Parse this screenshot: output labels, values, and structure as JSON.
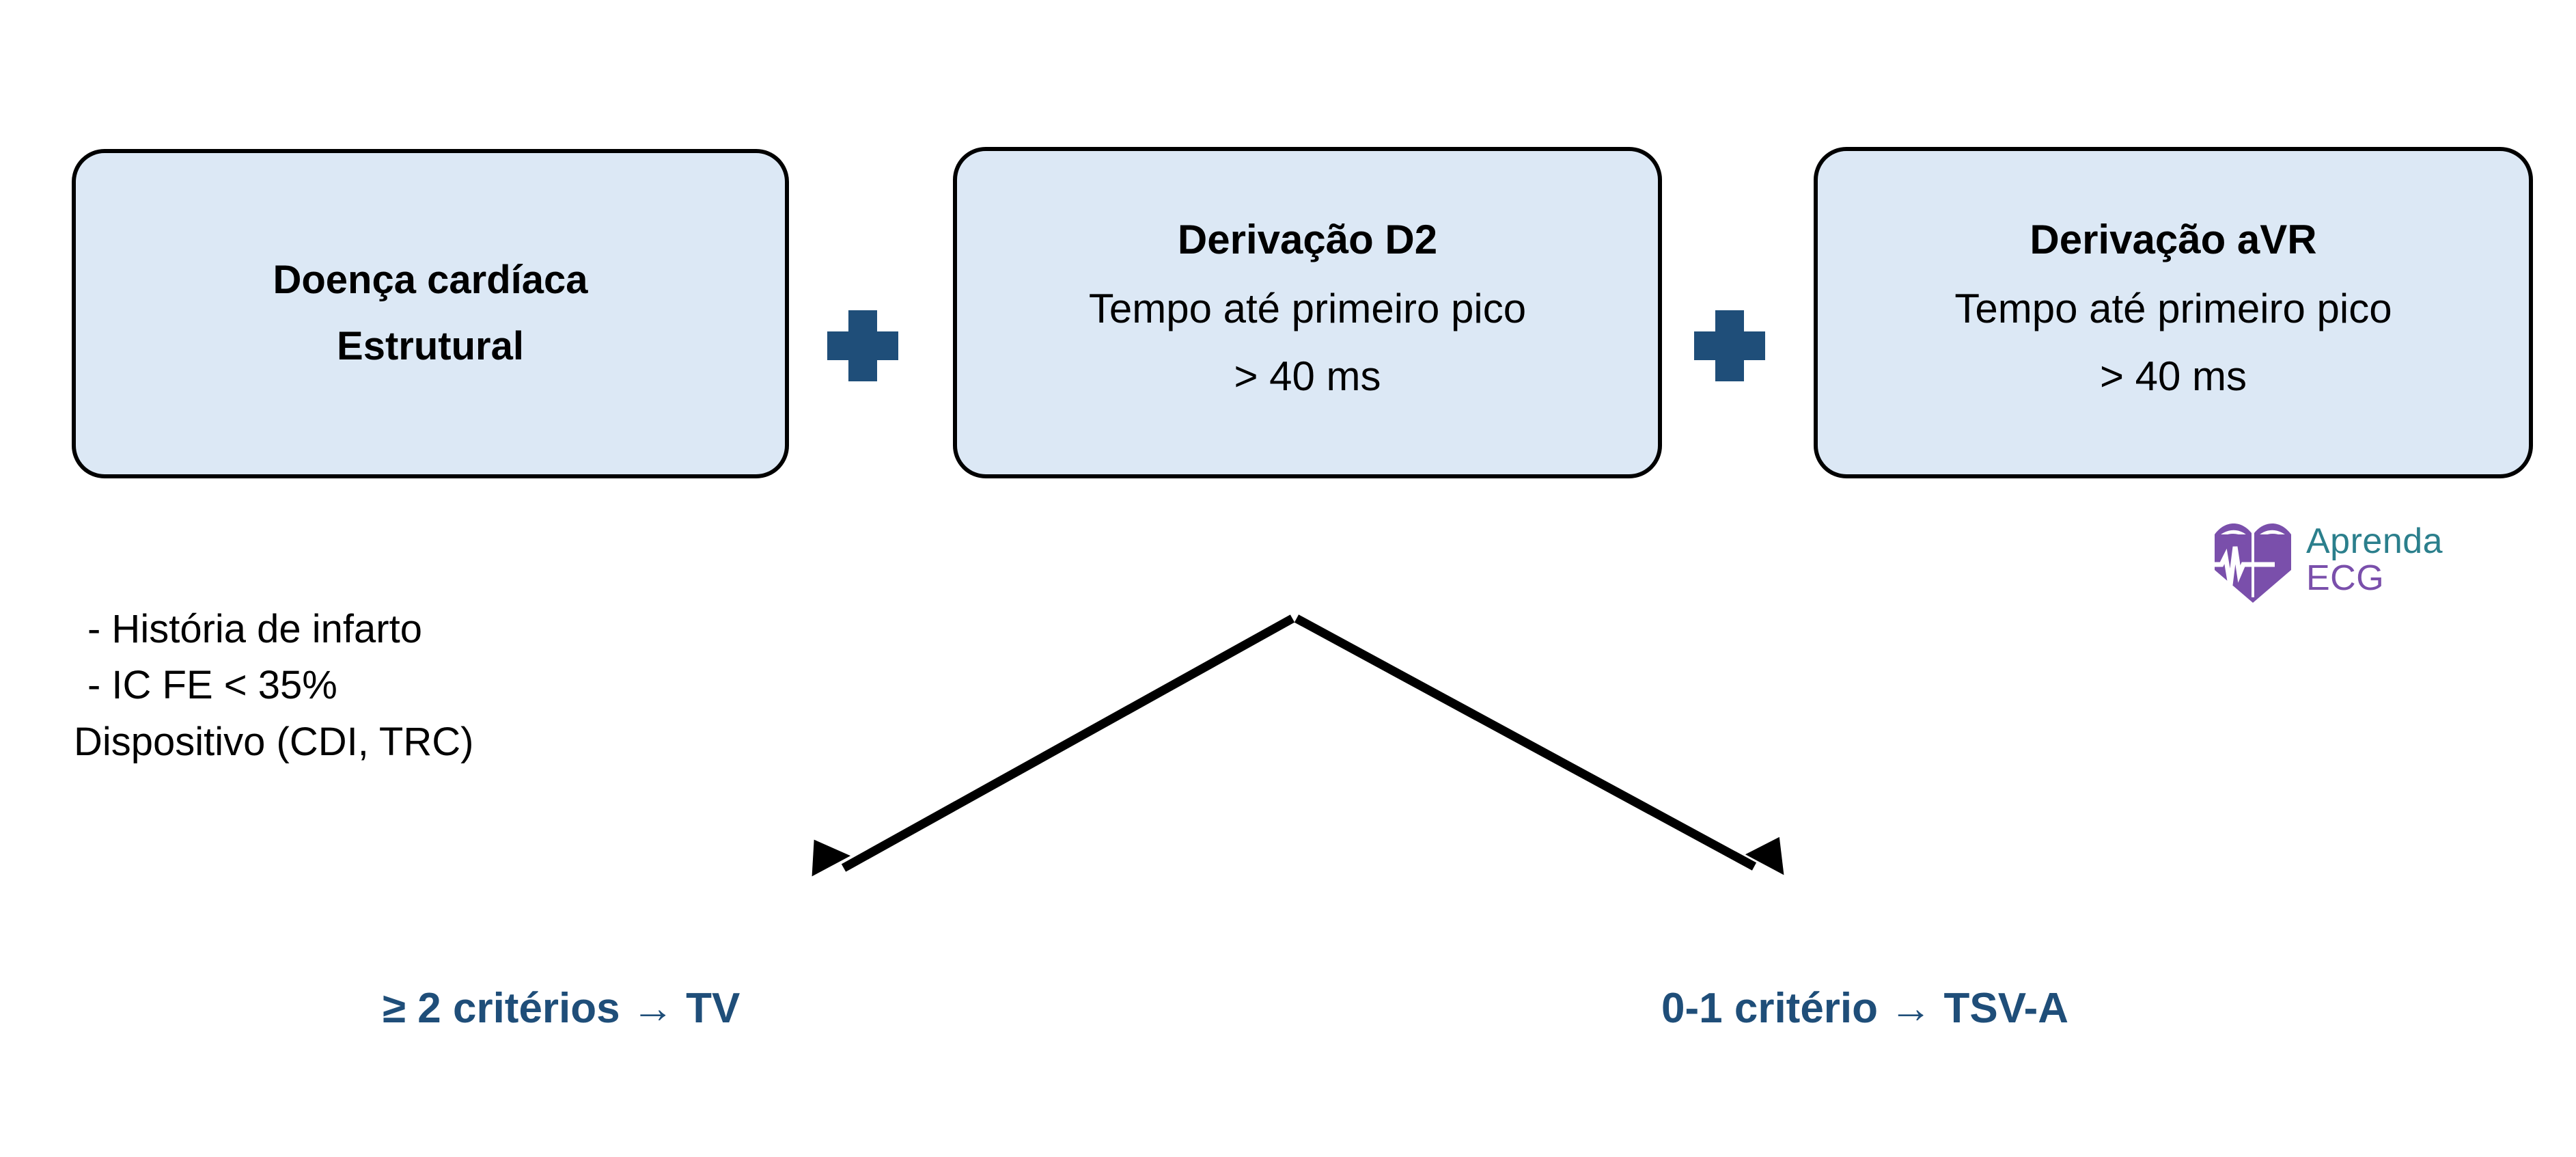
{
  "diagram": {
    "title_internal": "Criterios de Vereckei aVR / D2",
    "colors": {
      "box_fill": "#dce8f5",
      "box_border": "#000000",
      "plus": "#1f4e79",
      "outcome_text": "#1f4e79",
      "body_text": "#000000",
      "brand_teal": "#2b7f8c",
      "brand_purple": "#7a4fab"
    },
    "criteria_boxes": [
      {
        "id": "structural-disease",
        "lines": [
          "Doença cardíaca",
          "Estrutural"
        ],
        "weights": [
          "bold",
          "bold"
        ]
      },
      {
        "id": "lead-d2",
        "lines": [
          "Derivação D2",
          "Tempo até primeiro pico",
          "> 40 ms"
        ],
        "weights": [
          "bold",
          "normal",
          "normal"
        ]
      },
      {
        "id": "lead-avr",
        "lines": [
          "Derivação aVR",
          "Tempo até primeiro pico",
          "> 40 ms"
        ],
        "weights": [
          "bold",
          "normal",
          "normal"
        ]
      }
    ],
    "separators": [
      {
        "id": "plus-1",
        "glyph": "plus-icon"
      },
      {
        "id": "plus-2",
        "glyph": "plus-icon"
      }
    ],
    "criteria_list": [
      "- História de infarto",
      "- IC FE < 35%",
      "Dispositivo (CDI, TRC)"
    ],
    "outcomes": [
      {
        "id": "outcome-left",
        "label": "≥ 2 critérios → TV"
      },
      {
        "id": "outcome-right",
        "label": "0-1 critério → TSV-A"
      }
    ],
    "brand": {
      "word_1": "Aprenda",
      "word_2": "ECG",
      "mark": "book-heart-ecg-icon"
    }
  }
}
